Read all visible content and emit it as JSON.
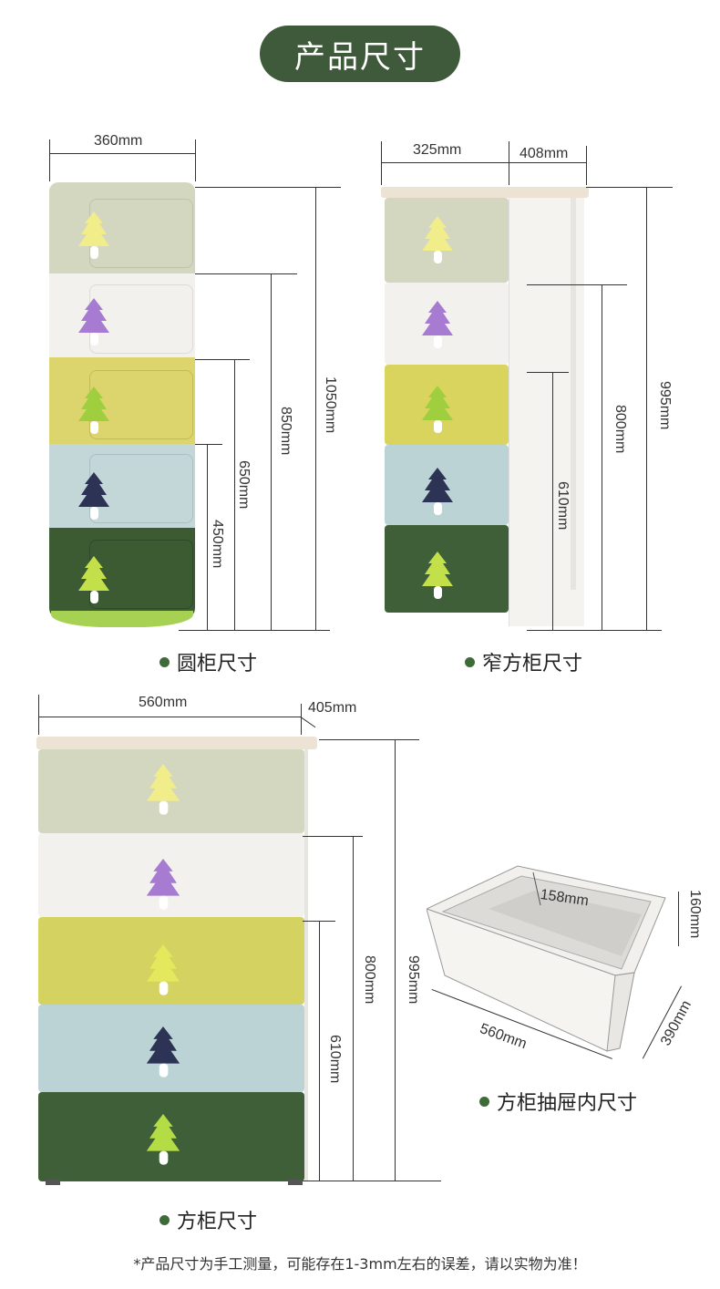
{
  "header": {
    "title": "产品尺寸"
  },
  "round_cabinet": {
    "caption": "圆柜尺寸",
    "width": "360mm",
    "heights": [
      "1050mm",
      "850mm",
      "650mm",
      "450mm"
    ]
  },
  "narrow_cabinet": {
    "caption": "窄方柜尺寸",
    "width": "325mm",
    "depth": "408mm",
    "heights": [
      "995mm",
      "800mm",
      "610mm"
    ]
  },
  "square_cabinet": {
    "caption": "方柜尺寸",
    "width": "560mm",
    "depth": "405mm",
    "heights": [
      "995mm",
      "800mm",
      "610mm"
    ]
  },
  "drawer_inner": {
    "caption": "方柜抽屉内尺寸",
    "height": "158mm",
    "outer_height": "160mm",
    "length": "560mm",
    "depth": "390mm"
  },
  "footnote": "*产品尺寸为手工测量，可能存在1-3mm左右的误差，请以实物为准！",
  "colors": {
    "brand_green": "#3f5a3a",
    "sage": "#d3d7bf",
    "white": "#f2f1ee",
    "yellow": "#d9d465",
    "blue": "#bcd3d6",
    "dark_green": "#3f5f38",
    "knob_yellow": "#f0ed8a",
    "knob_purple": "#a67bd1",
    "knob_lime": "#a3d24a",
    "knob_navy": "#2d3355"
  }
}
